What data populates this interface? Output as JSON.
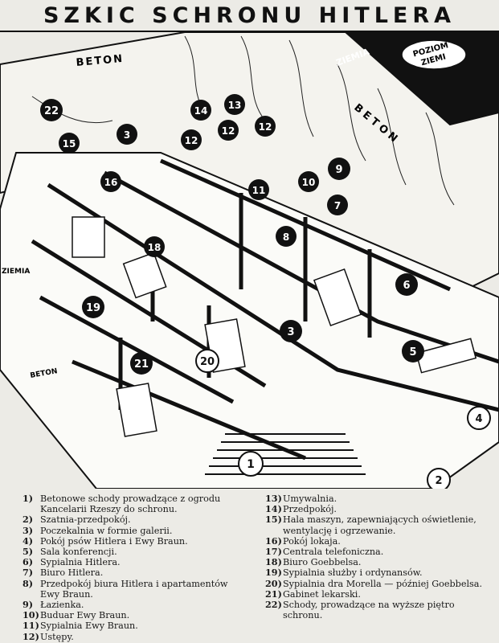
{
  "title": "SZKIC SCHRONU HITLERA",
  "drawing_labels": {
    "beton_top": "BETON",
    "ziemia_top": "ZIEMIA",
    "poziom_ziemi_1": "POZIOM",
    "poziom_ziemi_2": "ZIEMI",
    "beton_right": "BETON",
    "ziemia_left": "ZIEMIA",
    "beton_bottom": "BETON"
  },
  "markers": [
    "22",
    "14",
    "13",
    "15",
    "3",
    "12",
    "12",
    "12",
    "9",
    "10",
    "16",
    "11",
    "7",
    "8",
    "18",
    "6",
    "19",
    "3",
    "5",
    "21",
    "20",
    "4",
    "1",
    "2"
  ],
  "legend": [
    {
      "num": "1)",
      "text": "Betonowe schody prowadzące z ogrodu Kancelarii Rzeszy do schronu."
    },
    {
      "num": "2)",
      "text": "Szatnia-przedpokój."
    },
    {
      "num": "3)",
      "text": "Poczekalnia w formie galerii."
    },
    {
      "num": "4)",
      "text": "Pokój psów Hitlera i Ewy Braun."
    },
    {
      "num": "5)",
      "text": "Sala konferencji."
    },
    {
      "num": "6)",
      "text": "Sypialnia Hitlera."
    },
    {
      "num": "7)",
      "text": "Biuro Hitlera."
    },
    {
      "num": "8)",
      "text": "Przedpokój biura Hitlera i apartamentów Ewy Braun."
    },
    {
      "num": "9)",
      "text": "Łazienka."
    },
    {
      "num": "10)",
      "text": "Buduar Ewy Braun."
    },
    {
      "num": "11)",
      "text": "Sypialnia Ewy Braun."
    },
    {
      "num": "12)",
      "text": "Ustępy."
    },
    {
      "num": "13)",
      "text": "Umywalnia."
    },
    {
      "num": "14)",
      "text": "Przedpokój."
    },
    {
      "num": "15)",
      "text": "Hala maszyn, zapewniających oświetlenie, wentylację i ogrzewanie."
    },
    {
      "num": "16)",
      "text": "Pokój lokaja."
    },
    {
      "num": "17)",
      "text": "Centrala telefoniczna."
    },
    {
      "num": "18)",
      "text": "Biuro Goebbelsa."
    },
    {
      "num": "19)",
      "text": "Sypialnia służby i ordynansów."
    },
    {
      "num": "20)",
      "text": "Sypialnia dra Morella — później Goebbelsa."
    },
    {
      "num": "21)",
      "text": "Gabinet lekarski."
    },
    {
      "num": "22)",
      "text": "Schody, prowadzące na wyższe piętro schronu."
    }
  ]
}
